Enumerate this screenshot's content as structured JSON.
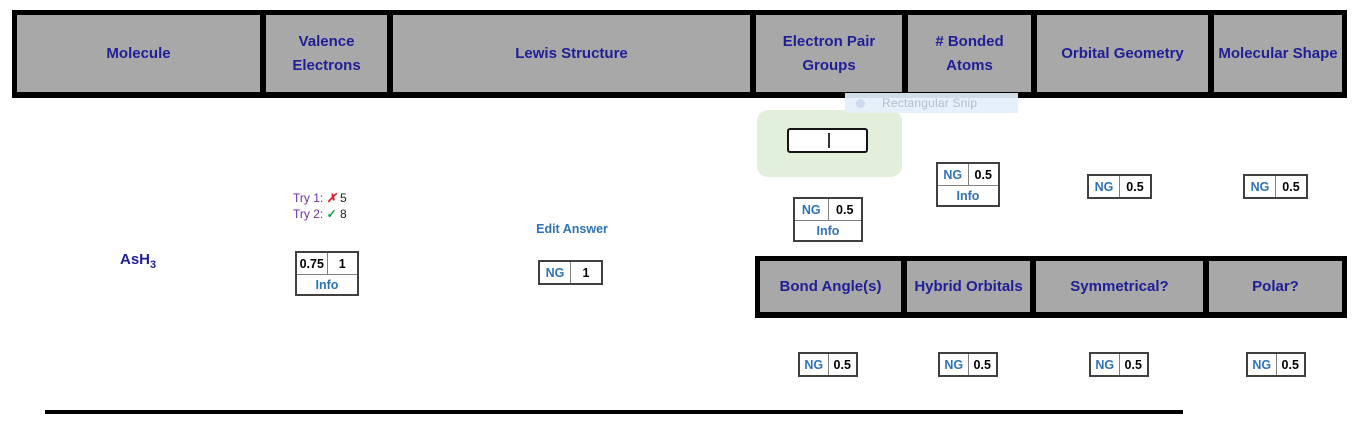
{
  "snip_toolbar": {
    "tooltip": "Rectangular Snip"
  },
  "table": {
    "header_row1": [
      {
        "label": "Molecule"
      },
      {
        "label": "Valence Electrons"
      },
      {
        "label": "Lewis Structure"
      },
      {
        "label": "Electron Pair Groups"
      },
      {
        "label": "# Bonded Atoms"
      },
      {
        "label": "Orbital Geometry"
      },
      {
        "label": "Molecular Shape"
      }
    ],
    "header_row2": [
      {
        "label": "Bond Angle(s)"
      },
      {
        "label": "Hybrid Orbitals"
      },
      {
        "label": "Symmetrical?"
      },
      {
        "label": "Polar?"
      }
    ]
  },
  "molecule": {
    "formula_base": "AsH",
    "formula_subscript": "3"
  },
  "valence": {
    "try1_label": "Try 1:",
    "try1_mark": "✗",
    "try1_value": "5",
    "try2_label": "Try 2:",
    "try2_mark": "✓",
    "try2_value": "8",
    "score": {
      "earned": "0.75",
      "possible": "1",
      "info_label": "Info"
    }
  },
  "lewis": {
    "edit_answer_label": "Edit Answer",
    "score": {
      "grade": "NG",
      "possible": "1"
    }
  },
  "electron_pair_groups": {
    "input_value": "",
    "score": {
      "grade": "NG",
      "possible": "0.5",
      "info_label": "Info"
    }
  },
  "bonded_atoms": {
    "score": {
      "grade": "NG",
      "possible": "0.5",
      "info_label": "Info"
    }
  },
  "orbital_geometry": {
    "score": {
      "grade": "NG",
      "possible": "0.5"
    }
  },
  "molecular_shape": {
    "score": {
      "grade": "NG",
      "possible": "0.5"
    }
  },
  "bond_angles": {
    "score": {
      "grade": "NG",
      "possible": "0.5"
    }
  },
  "hybrid_orbitals": {
    "score": {
      "grade": "NG",
      "possible": "0.5"
    }
  },
  "symmetrical": {
    "score": {
      "grade": "NG",
      "possible": "0.5"
    }
  },
  "polar": {
    "score": {
      "grade": "NG",
      "possible": "0.5"
    }
  },
  "colors": {
    "header_bg": "#a8a8a8",
    "header_text": "#1f1f96",
    "link_blue": "#2e74b5",
    "try_purple": "#7030a0",
    "mark_red": "#e01f2d",
    "mark_green": "#00a33c",
    "highlight_green": "#e2efda",
    "tooltip_bg": "#e7f0fa"
  }
}
